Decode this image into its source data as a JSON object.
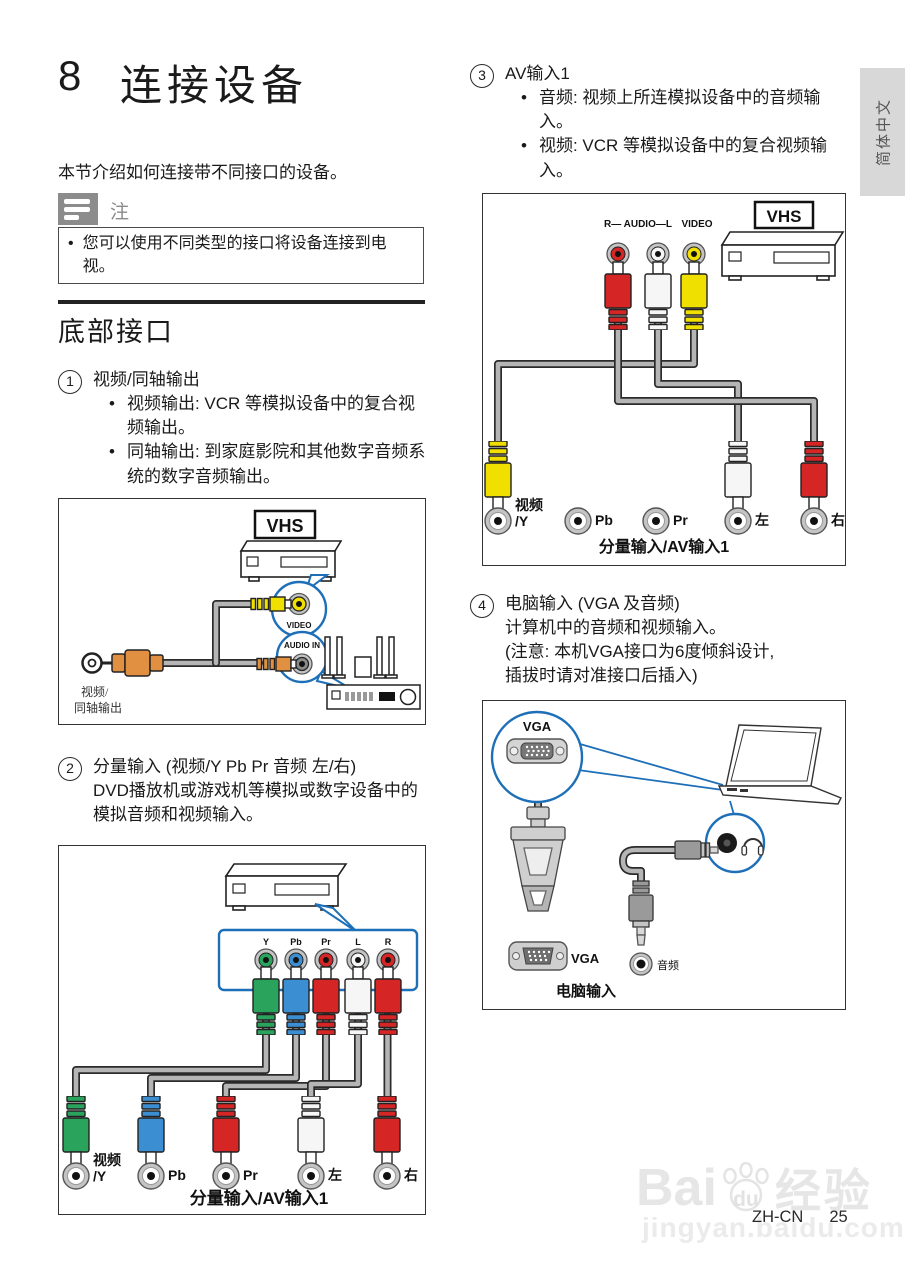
{
  "page": {
    "chapter_number": "8",
    "chapter_title": "连接设备",
    "intro": "本节介绍如何连接带不同接口的设备。",
    "note": {
      "label": "注",
      "bullet": "•",
      "text": "您可以使用不同类型的接口将设备连接到电视。"
    },
    "section_title": "底部接口",
    "side_tab": "简体中文",
    "footer": {
      "locale": "ZH-CN",
      "page_number": "25"
    },
    "watermark": {
      "brand_prefix": "Bai",
      "brand_mid": "du",
      "brand_suffix": "经验",
      "domain": "jingyan.baidu.com"
    }
  },
  "items": [
    {
      "number": "1",
      "title": "视频/同轴输出",
      "bullet": "•",
      "bullets": [
        "视频输出: VCR 等模拟设备中的复合视频输出。",
        "同轴输出: 到家庭影院和其他数字音频系统的数字音频输出。"
      ]
    },
    {
      "number": "2",
      "title": "分量输入 (视频/Y Pb Pr 音频 左/右)",
      "desc": "DVD播放机或游戏机等模拟或数字设备中的模拟音频和视频输入。"
    },
    {
      "number": "3",
      "title": "AV输入1",
      "bullet": "•",
      "bullets": [
        "音频: 视频上所连模拟设备中的音频输入。",
        "视频: VCR 等模拟设备中的复合视频输入。"
      ]
    },
    {
      "number": "4",
      "title": "电脑输入 (VGA 及音频)",
      "desc_lines": [
        "计算机中的音频和视频输入。",
        "(注意: 本机VGA接口为6度倾斜设计,",
        "插拔时请对准接口后插入)"
      ]
    }
  ],
  "diagrams": {
    "coax": {
      "vhs_logo": "VHS",
      "video_jack": "VIDEO",
      "audio_jack": "AUDIO IN",
      "port_label_line1": "视频/",
      "port_label_line2": "同轴输出"
    },
    "component": {
      "jack_labels": [
        "Y",
        "Pb",
        "Pr",
        "L",
        "R"
      ],
      "ports": {
        "video1": "视频",
        "video2": "/Y",
        "pb": "Pb",
        "pr": "Pr",
        "left": "左",
        "right": "右"
      },
      "caption": "分量输入/AV输入1"
    },
    "av1": {
      "vhs_logo": "VHS",
      "audio_label": "R— AUDIO—L",
      "video_label": "VIDEO",
      "ports": {
        "video1": "视频",
        "video2": "/Y",
        "pb": "Pb",
        "pr": "Pr",
        "left": "左",
        "right": "右"
      },
      "caption": "分量输入/AV输入1"
    },
    "pc": {
      "vga_callout": "VGA",
      "vga_port": "VGA",
      "audio_port": "音频",
      "caption": "电脑输入"
    }
  },
  "colors": {
    "callout_blue": "#1d6fb8",
    "yellow": "#f0e000",
    "red": "#d52525",
    "green": "#2aa35c",
    "blue": "#3c8ed2",
    "orange": "#e09040"
  }
}
